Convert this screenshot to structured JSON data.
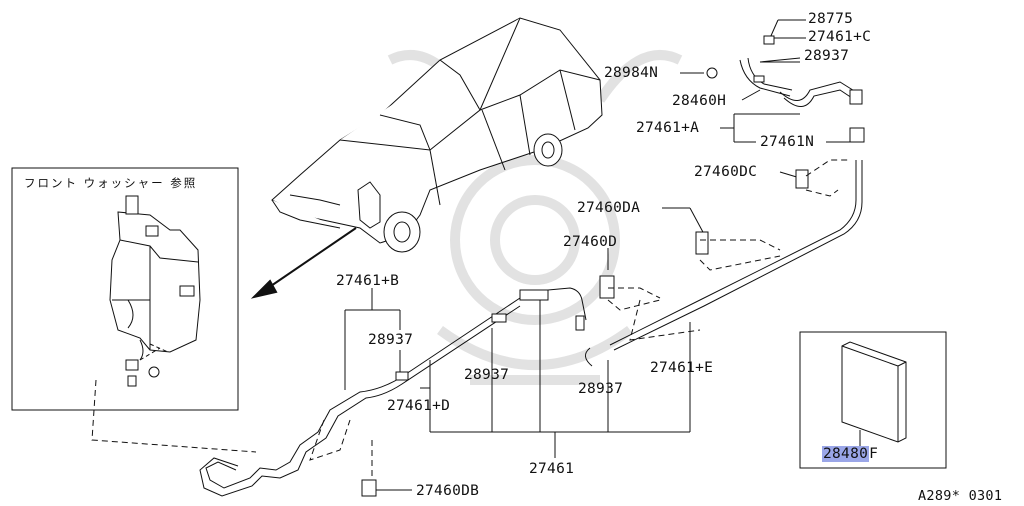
{
  "inset": {
    "title": "フロント ウォッシャー 参照"
  },
  "parts": {
    "p28775": "28775",
    "p27461C": "27461+C",
    "p28937_top": "28937",
    "p28984N": "28984N",
    "p28460H": "28460H",
    "p27461A": "27461+A",
    "p27461N": "27461N",
    "p27460DC": "27460DC",
    "p27460DA": "27460DA",
    "p27460D": "27460D",
    "p27461B": "27461+B",
    "p28937_left": "28937",
    "p28937_mid": "28937",
    "p28937_right": "28937",
    "p27461E": "27461+E",
    "p27461D": "27461+D",
    "p27461": "27461",
    "p27460DB": "27460DB",
    "p28480F_a": "28480",
    "p28480F_b": "F"
  },
  "footer": {
    "code": "A289* 0301"
  },
  "colors": {
    "line": "#111111",
    "highlight": "#9aa6e8",
    "watermark": "#dcdcdc"
  }
}
